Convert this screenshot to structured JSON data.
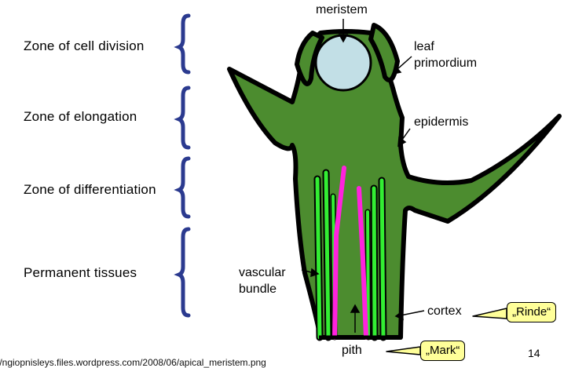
{
  "zones": [
    {
      "label": "Zone of cell division"
    },
    {
      "label": "Zone of elongation"
    },
    {
      "label": "Zone of differentiation"
    },
    {
      "label": "Permanent tissues"
    }
  ],
  "labels": {
    "meristem": "meristem",
    "leaf_primordium_line1": "leaf",
    "leaf_primordium_line2": "primordium",
    "epidermis": "epidermis",
    "vascular_line1": "vascular",
    "vascular_line2": "bundle",
    "cortex": "cortex",
    "pith": "pith"
  },
  "callouts": {
    "rinde": "„Rinde“",
    "mark": "„Mark“"
  },
  "page_number": "14",
  "source_url": "//ngiopnisleys.files.wordpress.com/2008/06/apical_meristem.png",
  "colors": {
    "tissue_green": "#4c8c2f",
    "meristem_blue": "#c2dfe6",
    "vascular_green": "#33ee33",
    "pith_magenta": "#ff22dd",
    "brace_blue": "#2b3a8f",
    "callout_yellow": "#ffff99"
  }
}
